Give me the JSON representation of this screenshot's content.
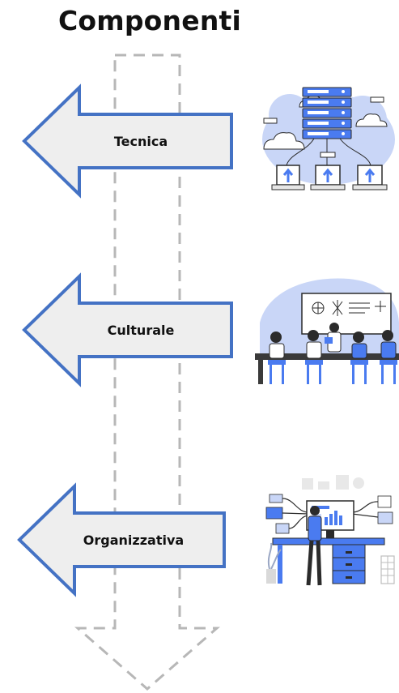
{
  "title": "Componenti",
  "components": [
    {
      "label": "Tecnica"
    },
    {
      "label": "Culturale"
    },
    {
      "label": "Organizzativa"
    }
  ],
  "colors": {
    "arrow_border": "#4472c4",
    "arrow_fill": "#eeeeee",
    "dashed_arrow": "#b7b7b7",
    "illustration_accent": "#4a7bf0",
    "illustration_soft": "#c9d6f7",
    "illustration_dark": "#2b2b2b"
  },
  "icons": [
    "server-network-illustration",
    "classroom-illustration",
    "office-workflow-illustration"
  ]
}
